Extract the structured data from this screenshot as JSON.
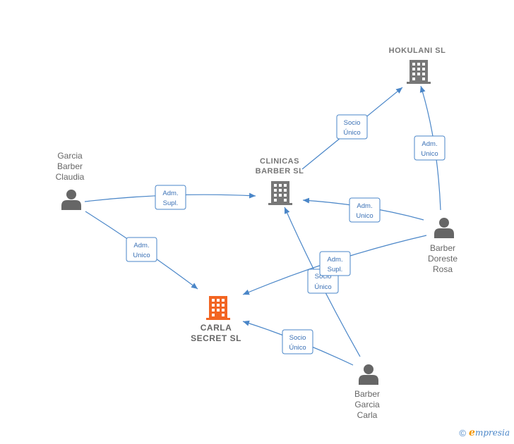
{
  "companies": {
    "hokulani": {
      "name": "HOKULANI  SL",
      "color": "#777777"
    },
    "clinicas": {
      "line1": "CLINICAS",
      "line2": "BARBER  SL",
      "color": "#777777"
    },
    "carla": {
      "line1": "CARLA",
      "line2": "SECRET  SL",
      "color": "#f26522"
    }
  },
  "people": {
    "garcia_barber_claudia": {
      "line1": "Garcia",
      "line2": "Barber",
      "line3": "Claudia"
    },
    "barber_doreste_rosa": {
      "line1": "Barber",
      "line2": "Doreste",
      "line3": "Rosa"
    },
    "barber_garcia_carla": {
      "line1": "Barber",
      "line2": "Garcia",
      "line3": "Carla"
    }
  },
  "edges": {
    "claudia_clinicas": {
      "line1": "Adm.",
      "line2": "Supl."
    },
    "claudia_carla": {
      "line1": "Adm.",
      "line2": "Unico"
    },
    "clinicas_hokulani": {
      "line1": "Socio",
      "line2": "Único"
    },
    "rosa_hokulani": {
      "line1": "Adm.",
      "line2": "Unico"
    },
    "rosa_clinicas": {
      "line1": "Adm.",
      "line2": "Unico"
    },
    "rosa_carla": {
      "line1": "Adm.",
      "line2": "Supl."
    },
    "carlaperson_clinicas": {
      "line1": "Socio",
      "line2": "Único"
    },
    "carlaperson_carla": {
      "line1": "Socio",
      "line2": "Único"
    }
  },
  "footer": {
    "copyright": "©",
    "brand_e": "e",
    "brand_rest": "mpresia"
  },
  "colors": {
    "edge": "#4a86c8",
    "company_icon": "#777777",
    "main_company_icon": "#f26522",
    "person_icon": "#666666"
  }
}
